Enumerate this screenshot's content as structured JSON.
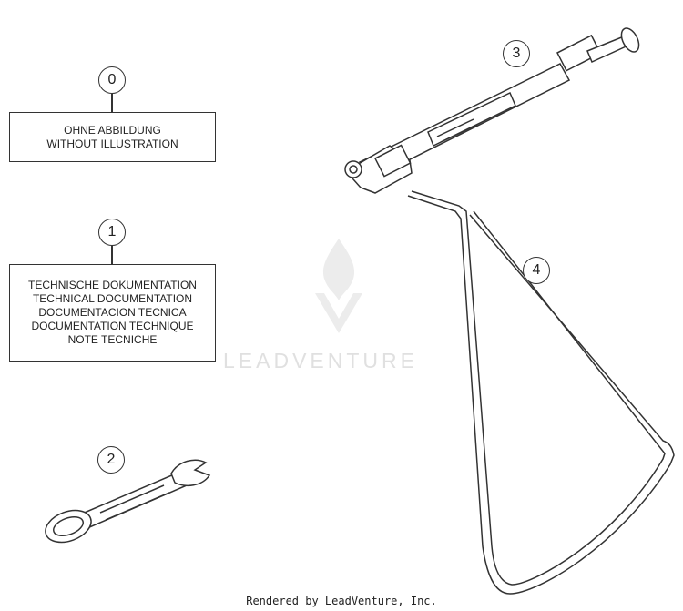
{
  "callouts": [
    "0",
    "1",
    "2",
    "3",
    "4"
  ],
  "box0": {
    "lines": [
      "OHNE ABBILDUNG",
      "WITHOUT ILLUSTRATION"
    ]
  },
  "box1": {
    "lines": [
      "TECHNISCHE DOKUMENTATION",
      "TECHNICAL DOCUMENTATION",
      "DOCUMENTACION TECNICA",
      "DOCUMENTATION TECHNIQUE",
      "NOTE TECNICHE"
    ]
  },
  "watermark": {
    "text": "LEADVENTURE"
  },
  "footer": {
    "text": "Rendered by LeadVenture, Inc."
  },
  "parts": {
    "item2": "open-ring-wrench",
    "item3": "torque-wrench",
    "item4": "side-stand"
  }
}
